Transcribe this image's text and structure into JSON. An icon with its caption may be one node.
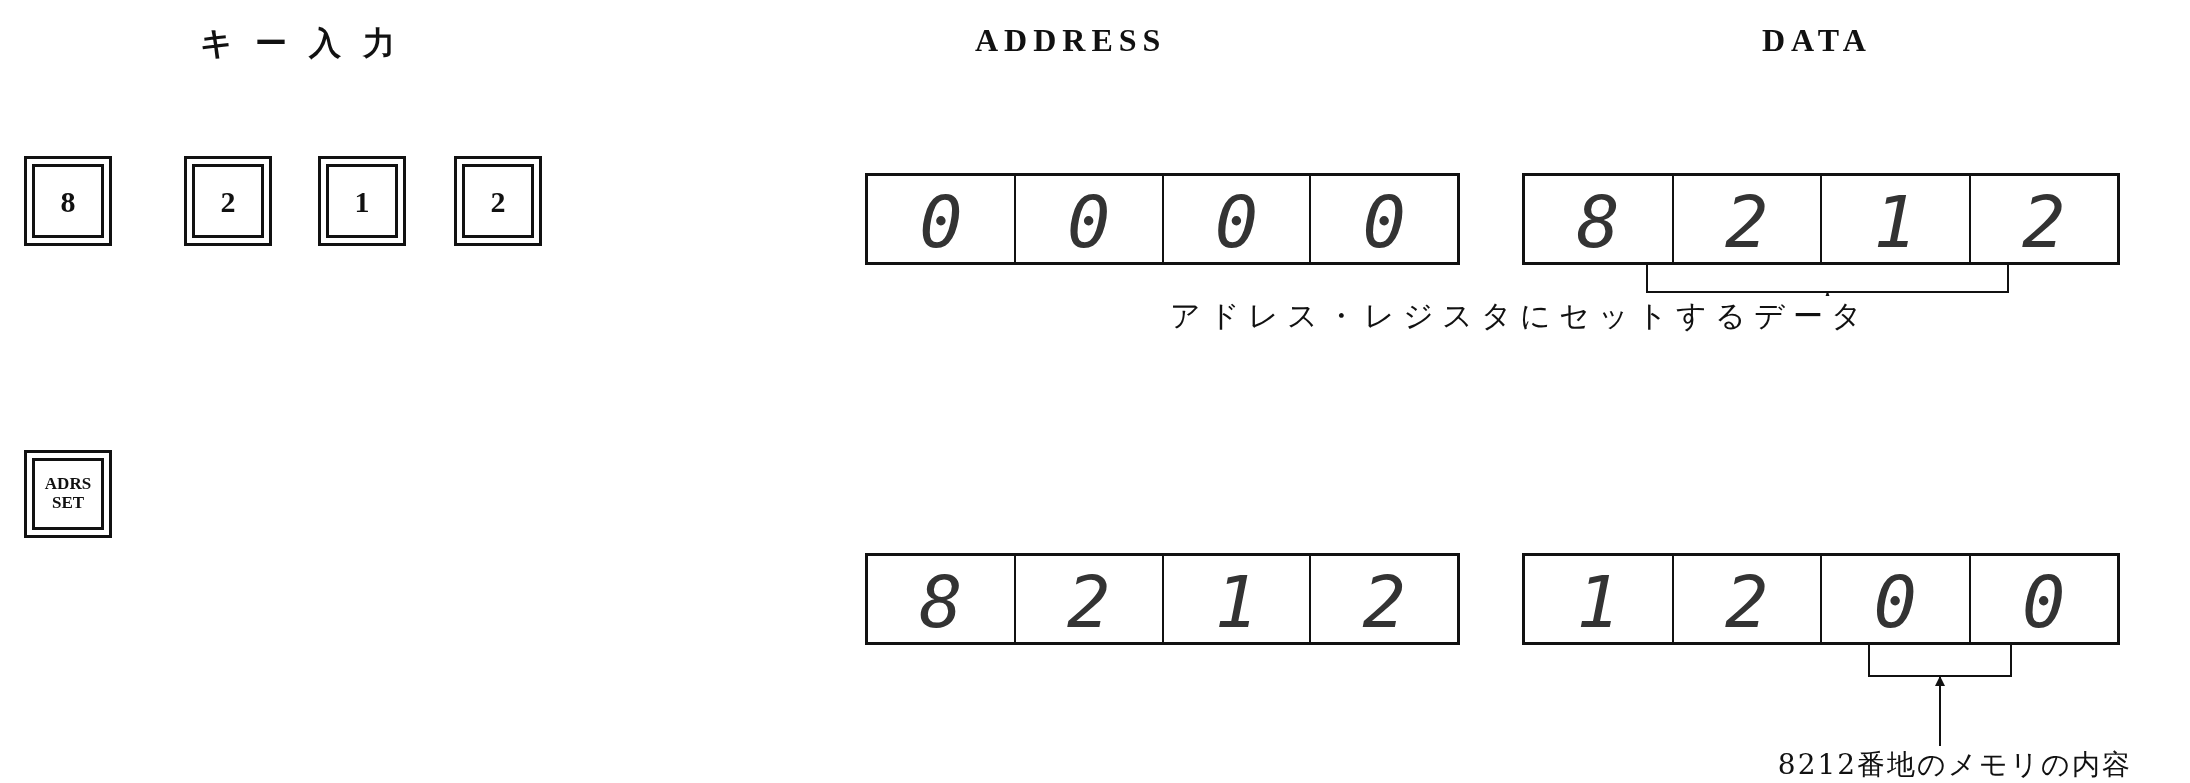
{
  "diagram": {
    "nodes": [
      {
        "text": [
          "8"
        ]
      },
      {
        "text": [
          "2"
        ]
      },
      {
        "text": [
          "1"
        ]
      },
      {
        "text": [
          "2"
        ]
      },
      {
        "text": [
          "ADRS SET"
        ]
      },
      {
        "text": [],
        "shape": "box"
      },
      {
        "text": [
          "0"
        ],
        "in": 5
      },
      {
        "text": [
          "0"
        ],
        "in": 5
      },
      {
        "text": [
          "0"
        ],
        "in": 5
      },
      {
        "text": [
          "0"
        ],
        "in": 5
      },
      {
        "text": [],
        "shape": "box"
      },
      {
        "text": [
          "8"
        ],
        "in": 10
      },
      {
        "text": [
          "2"
        ],
        "in": 10
      },
      {
        "text": [
          "1"
        ],
        "in": 10
      },
      {
        "text": [
          "2"
        ],
        "in": 10
      },
      {
        "text": [],
        "shape": "bracket"
      },
      {
        "text": [
          "アドレス・レジスタにセットするデータ"
        ]
      },
      {
        "text": [],
        "shape": "box"
      },
      {
        "text": [
          "8"
        ],
        "in": 17
      },
      {
        "text": [
          "2"
        ],
        "in": 17
      },
      {
        "text": [
          "1"
        ],
        "in": 17
      },
      {
        "text": [
          "2"
        ],
        "in": 17
      },
      {
        "text": [],
        "shape": "box"
      },
      {
        "text": [
          "1"
        ],
        "in": 22
      },
      {
        "text": [
          "2"
        ],
        "in": 22
      },
      {
        "text": [
          "0"
        ],
        "in": 22
      },
      {
        "text": [
          "0"
        ],
        "in": 22
      },
      {
        "text": [],
        "shape": "bracket"
      },
      {
        "text": [
          "8212番地のメモリの内容"
        ]
      }
    ],
    "edges": [
      {
        "from": 16,
        "to": 15,
        "arrow": "to"
      },
      {
        "from": 28,
        "to": 27,
        "arrow": "to"
      }
    ],
    "labels": [
      "キー入力",
      "ADDRESS",
      "DATA"
    ]
  }
}
